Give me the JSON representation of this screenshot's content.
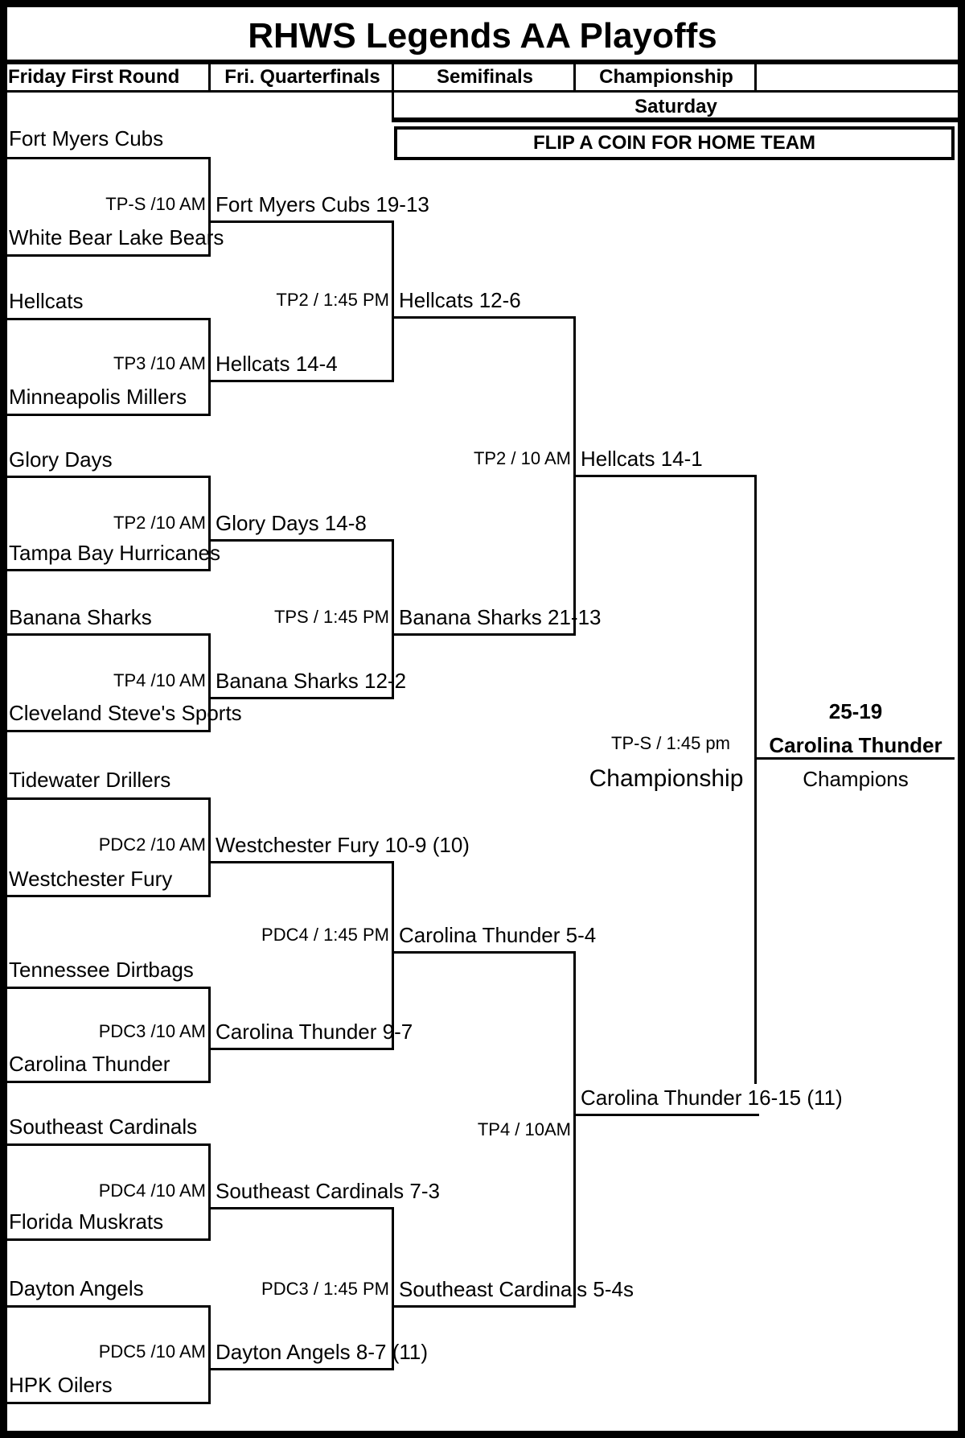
{
  "title": "RHWS Legends AA Playoffs",
  "columns": [
    "Friday First Round",
    "Fri. Quarterfinals",
    "Semifinals",
    "Championship"
  ],
  "banners": {
    "saturday": "Saturday",
    "flip_a_coin": "FLIP A COIN FOR HOME TEAM"
  },
  "bracket": {
    "first_round_teams": [
      "Fort Myers Cubs",
      "White Bear Lake Bears",
      "Hellcats",
      "Minneapolis Millers",
      "Glory Days",
      "Tampa Bay Hurricanes",
      "Banana Sharks",
      "Cleveland Steve's Sports",
      "Tidewater Drillers",
      "Westchester Fury",
      "Tennessee Dirtbags",
      "Carolina Thunder",
      "Southeast Cardinals",
      "Florida Muskrats",
      "Dayton Angels",
      "HPK Oilers"
    ],
    "first_round": [
      {
        "label": "TP-S /10 AM",
        "winner": "Fort Myers Cubs 19-13"
      },
      {
        "label": "TP3 /10 AM",
        "winner": "Hellcats 14-4"
      },
      {
        "label": "TP2 /10 AM",
        "winner": "Glory Days 14-8"
      },
      {
        "label": "TP4 /10 AM",
        "winner": "Banana Sharks 12-2"
      },
      {
        "label": "PDC2 /10 AM",
        "winner": "Westchester Fury 10-9 (10)"
      },
      {
        "label": "PDC3 /10 AM",
        "winner": "Carolina Thunder 9-7"
      },
      {
        "label": "PDC4 /10 AM",
        "winner": "Southeast Cardinals 7-3"
      },
      {
        "label": "PDC5 /10 AM",
        "winner": "Dayton Angels 8-7 (11)"
      }
    ],
    "quarterfinals": [
      {
        "label": "TP2 / 1:45 PM",
        "winner": "Hellcats 12-6"
      },
      {
        "label": "TPS / 1:45 PM",
        "winner": "Banana Sharks 21-13"
      },
      {
        "label": "PDC4 / 1:45 PM",
        "winner": "Carolina Thunder 5-4"
      },
      {
        "label": "PDC3 / 1:45 PM",
        "winner": "Southeast Cardinals 5-4s"
      }
    ],
    "semifinals": [
      {
        "label": "TP2 / 10 AM",
        "winner": "Hellcats 14-1"
      },
      {
        "label": "TP4 / 10AM",
        "winner": "Carolina Thunder 16-15 (11)"
      }
    ],
    "championship": {
      "label": "TP-S / 1:45 pm",
      "round_name": "Championship",
      "final_score": "25-19",
      "champion": "Carolina Thunder",
      "champion_caption": "Champions"
    }
  }
}
